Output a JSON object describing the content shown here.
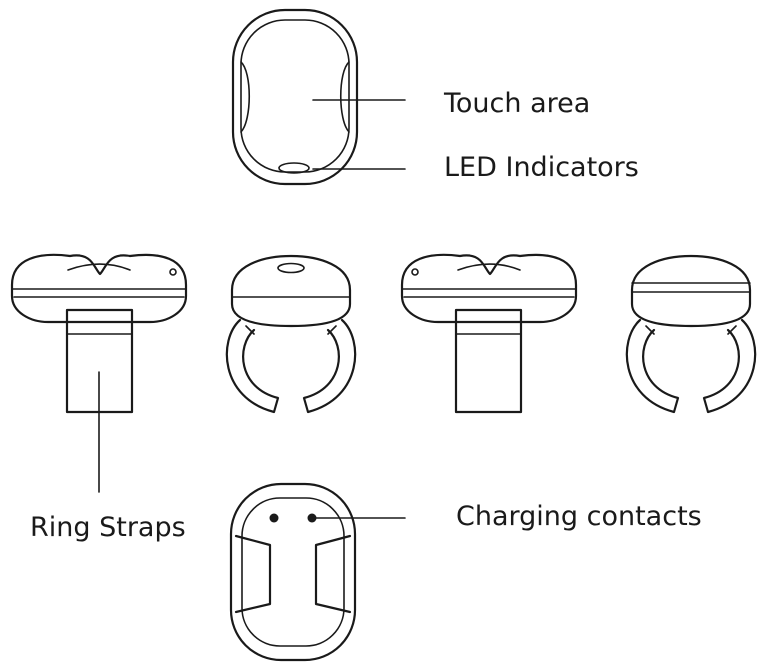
{
  "labels": {
    "touch_area": "Touch area",
    "led_indicators": "LED Indicators",
    "ring_straps": "Ring Straps",
    "charging_contacts": "Charging contacts"
  },
  "icons": {
    "top_view": "ring-top-view",
    "side_view_a": "ring-side-view",
    "front_view_a": "ring-front-view",
    "side_view_b": "ring-side-view",
    "back_view": "ring-back-view",
    "bottom_view": "ring-bottom-view"
  },
  "colors": {
    "line": "#1a1a1a",
    "background": "#ffffff"
  }
}
